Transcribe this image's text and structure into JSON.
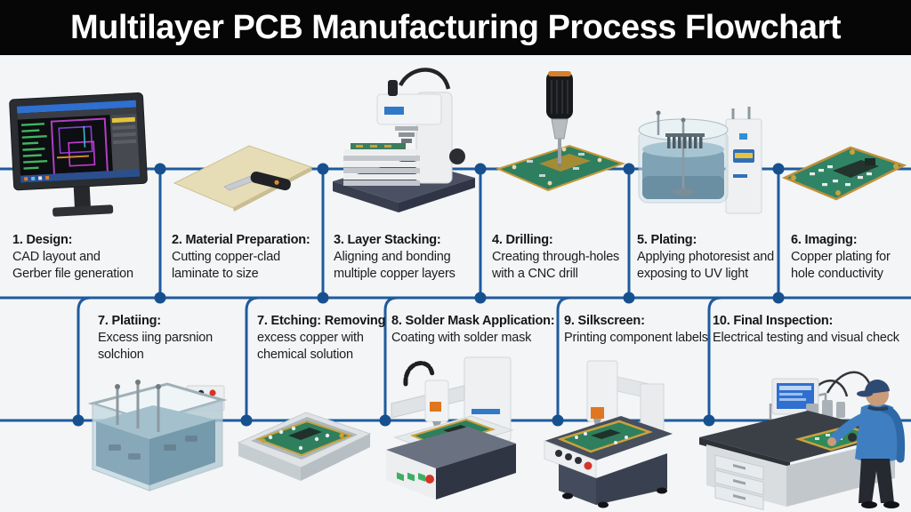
{
  "title": "Multilayer PCB Manufacturing Process Flowchart",
  "colors": {
    "banner_bg": "#060606",
    "banner_text": "#ffffff",
    "background": "#f3f5f6",
    "connector_line": "#1e5b9e",
    "connector_node": "#17508f",
    "text": "#161616",
    "pcb_green": "#2f8465",
    "pcb_gold": "#c69a3a"
  },
  "steps_top": [
    {
      "label": "1. Design:",
      "description": "CAD layout and\nGerber file generation",
      "icon": "cad-monitor"
    },
    {
      "label": "2. Material Preparation:",
      "description": "Cutting copper-clad\nlaminate to size",
      "icon": "copper-laminate-knife"
    },
    {
      "label": "3. Layer Stacking:",
      "description": "Aligning and bonding\nmultiple copper layers",
      "icon": "stacking-press"
    },
    {
      "label": "4. Drilling:",
      "description": "Creating through-holes\nwith a CNC drill",
      "icon": "cnc-drill"
    },
    {
      "label": "5. Plating:",
      "description": "Applying photoresist and\nexposing to UV light",
      "icon": "plating-tank"
    },
    {
      "label": "6. Imaging:",
      "description": "Copper plating for\nhole conductivity",
      "icon": "pcb-board"
    }
  ],
  "steps_bottom": [
    {
      "label": "7. Platiing:",
      "description": "Excess iing parsnion\nsolchion",
      "icon": "etching-tank"
    },
    {
      "label": "7. Etching: Removing",
      "description": "excess copper with\nchemical solution",
      "icon": "etched-pcb-tray"
    },
    {
      "label": "8. Solder Mask Application:",
      "description": "Coating with solder mask",
      "icon": "solder-mask-machine"
    },
    {
      "label": "9. Silkscreen:",
      "description": "Printing component labels",
      "icon": "silkscreen-machine"
    },
    {
      "label": "10. Final Inspection:",
      "description": "Electrical testing and visual check",
      "icon": "inspection-station"
    }
  ]
}
